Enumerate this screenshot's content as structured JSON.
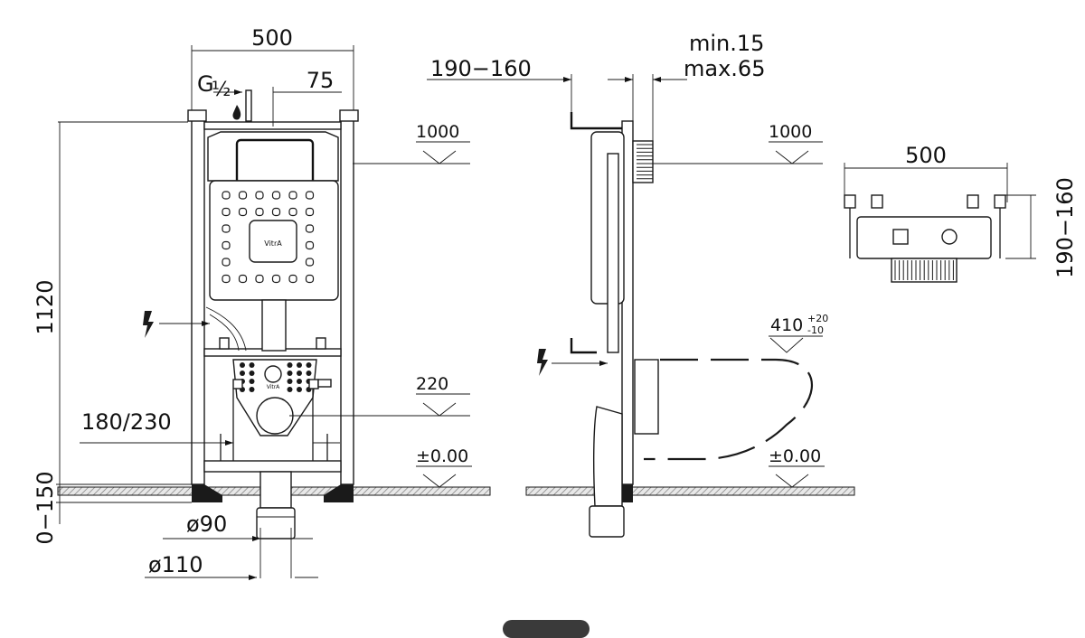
{
  "front_view": {
    "width": "500",
    "water_inlet": "G",
    "water_inlet_fraction": "½",
    "inlet_offset": "75",
    "height": "1120",
    "flush_level": "1000",
    "outlet_level": "220",
    "bolt_spacing": "180/230",
    "floor_level": "±0.00",
    "leg_adjust": "0−150",
    "pipe_inner": "ø90",
    "pipe_outer": "ø110",
    "brand": "VitrA",
    "brand_small": "VitrA"
  },
  "side_view": {
    "wall_distance": "190−160",
    "min": "min.15",
    "max": "max.65",
    "flush_level": "1000",
    "pan_level": "410",
    "pan_tol_plus": "+20",
    "pan_tol_minus": "-10",
    "floor_level": "±0.00"
  },
  "top_view": {
    "width": "500",
    "depth": "190−160"
  }
}
